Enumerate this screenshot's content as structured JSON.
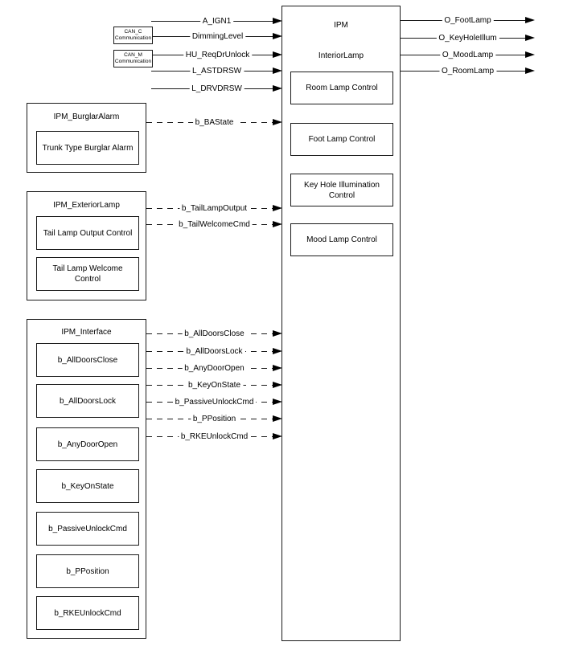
{
  "main_block": {
    "title": "IPM",
    "subtitle": "InteriorLamp",
    "modules": [
      "Room Lamp Control",
      "Foot Lamp Control",
      "Key Hole Illumination Control",
      "Mood Lamp Control"
    ]
  },
  "can_modules": [
    {
      "name": "CAN_C",
      "type": "Communication"
    },
    {
      "name": "CAN_M",
      "type": "Communication"
    }
  ],
  "inputs": [
    {
      "label": "A_IGN1"
    },
    {
      "label": "DimmingLevel"
    },
    {
      "label": "HU_ReqDrUnlock"
    },
    {
      "label": "L_ASTDRSW"
    },
    {
      "label": "L_DRVDRSW"
    }
  ],
  "outputs": [
    {
      "label": "O_FootLamp"
    },
    {
      "label": "O_KeyHoleIllum"
    },
    {
      "label": "O_MoodLamp"
    },
    {
      "label": "O_RoomLamp"
    }
  ],
  "blocks": [
    {
      "title": "IPM_BurglarAlarm",
      "children": [
        "Trunk Type Burglar Alarm"
      ]
    },
    {
      "title": "IPM_ExteriorLamp",
      "children": [
        "Tail Lamp Output Control",
        "Tail Lamp Welcome Control"
      ]
    },
    {
      "title": "IPM_Interface",
      "children": [
        "b_AllDoorsClose",
        "b_AllDoorsLock",
        "b_AnyDoorOpen",
        "b_KeyOnState",
        "b_PassiveUnlockCmd",
        "b_PPosition",
        "b_RKEUnlockCmd"
      ]
    }
  ],
  "bus_signals": [
    {
      "label": "b_BAState"
    },
    {
      "label": "b_TailLampOutput"
    },
    {
      "label": "b_TailWelcomeCmd"
    },
    {
      "label": "b_AllDoorsClose"
    },
    {
      "label": "b_AllDoorsLock"
    },
    {
      "label": "b_AnyDoorOpen"
    },
    {
      "label": "b_KeyOnState"
    },
    {
      "label": "b_PassiveUnlockCmd"
    },
    {
      "label": "b_PPosition"
    },
    {
      "label": "b_RKEUnlockCmd"
    }
  ],
  "colors": {
    "background": "#ffffff",
    "line": "#000000",
    "border": "#000000",
    "text": "#000000"
  }
}
